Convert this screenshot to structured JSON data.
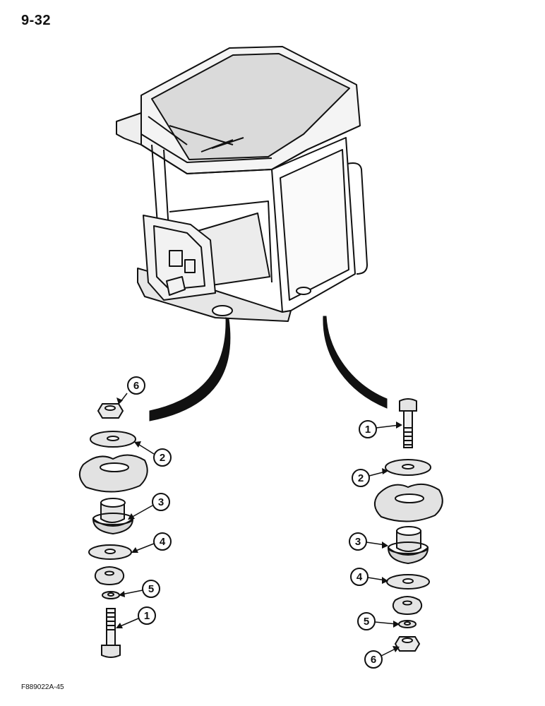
{
  "page": {
    "number": "9-32",
    "figure_code": "F889022A-45"
  },
  "left_stack_callouts": [
    "6",
    "2",
    "3",
    "4",
    "5",
    "1"
  ],
  "right_stack_callouts": [
    "1",
    "2",
    "3",
    "4",
    "5",
    "6"
  ],
  "colors": {
    "ink": "#111111",
    "paper": "#ffffff",
    "shade": "#d6d6d6"
  }
}
